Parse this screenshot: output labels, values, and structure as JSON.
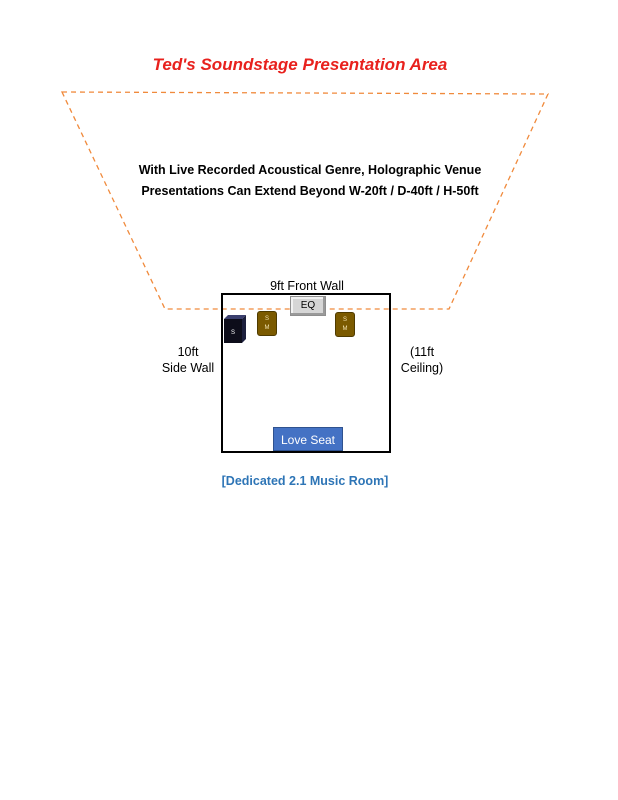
{
  "title": "Ted's Soundstage Presentation Area",
  "soundstage_note": {
    "line1": "With Live Recorded Acoustical Genre, Holographic Venue",
    "line2": "Presentations Can Extend Beyond W-20ft / D-40ft / H-50ft"
  },
  "room": {
    "front_wall": "9ft Front Wall",
    "side_wall_line1": "10ft",
    "side_wall_line2": "Side Wall",
    "ceiling_line1": "(11ft",
    "ceiling_line2": "Ceiling)",
    "eq_label": "EQ",
    "subwoofer_label": "S",
    "satellite_left": {
      "line1": "S",
      "line2": "M"
    },
    "satellite_right": {
      "line1": "S",
      "line2": "M"
    },
    "seat_label": "Love Seat"
  },
  "caption": "[Dedicated 2.1 Music Room]",
  "colors": {
    "title": "#e8211d",
    "soundstage_outline": "#f08a3c",
    "caption": "#2e75b6",
    "seat": "#4472c4",
    "satellite": "#7b5a00",
    "subwoofer": "#0d0d1a"
  }
}
